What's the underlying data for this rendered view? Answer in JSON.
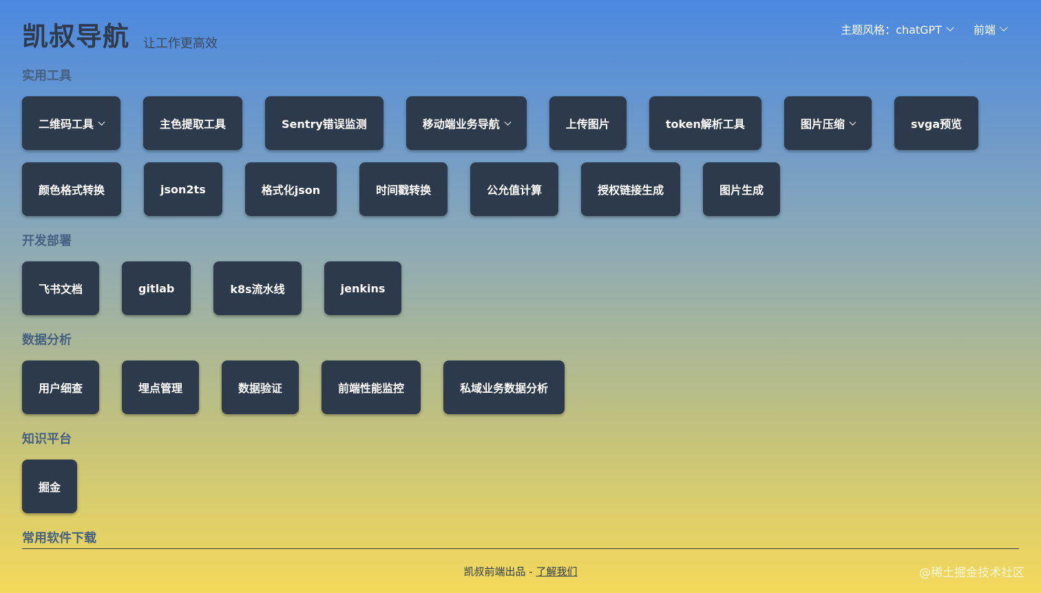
{
  "header": {
    "title": "凯叔导航",
    "slogan": "让工作更高效",
    "theme_label": "主题风格：chatGPT",
    "category_label": "前端"
  },
  "sections": [
    {
      "title": "实用工具",
      "rows": [
        [
          {
            "label": "二维码工具",
            "dropdown": true
          },
          {
            "label": "主色提取工具",
            "dropdown": false
          },
          {
            "label": "Sentry错误监测",
            "dropdown": false
          },
          {
            "label": "移动端业务导航",
            "dropdown": true
          },
          {
            "label": "上传图片",
            "dropdown": false
          },
          {
            "label": "token解析工具",
            "dropdown": false
          },
          {
            "label": "图片压缩",
            "dropdown": true
          },
          {
            "label": "svga预览",
            "dropdown": false
          }
        ],
        [
          {
            "label": "颜色格式转换",
            "dropdown": false
          },
          {
            "label": "json2ts",
            "dropdown": false
          },
          {
            "label": "格式化json",
            "dropdown": false
          },
          {
            "label": "时间戳转换",
            "dropdown": false
          },
          {
            "label": "公允值计算",
            "dropdown": false
          },
          {
            "label": "授权链接生成",
            "dropdown": false
          },
          {
            "label": "图片生成",
            "dropdown": false
          }
        ]
      ]
    },
    {
      "title": "开发部署",
      "rows": [
        [
          {
            "label": "飞书文档",
            "dropdown": false
          },
          {
            "label": "gitlab",
            "dropdown": false
          },
          {
            "label": "k8s流水线",
            "dropdown": false
          },
          {
            "label": "jenkins",
            "dropdown": false
          }
        ]
      ]
    },
    {
      "title": "数据分析",
      "rows": [
        [
          {
            "label": "用户细查",
            "dropdown": false
          },
          {
            "label": "埋点管理",
            "dropdown": false
          },
          {
            "label": "数据验证",
            "dropdown": false
          },
          {
            "label": "前端性能监控",
            "dropdown": false
          },
          {
            "label": "私域业务数据分析",
            "dropdown": false
          }
        ]
      ]
    },
    {
      "title": "知识平台",
      "rows": [
        [
          {
            "label": "掘金",
            "dropdown": false
          }
        ]
      ]
    },
    {
      "title": "常用软件下载",
      "rows": []
    }
  ],
  "footer": {
    "text": "凯叔前端出品 - ",
    "link": "了解我们"
  },
  "watermark": "@稀土掘金技术社区",
  "colors": {
    "button_bg": "#2d3a4b",
    "section_title": "#46607f",
    "gradient_top": "#4a88e0",
    "gradient_bottom": "#f4d95a"
  }
}
